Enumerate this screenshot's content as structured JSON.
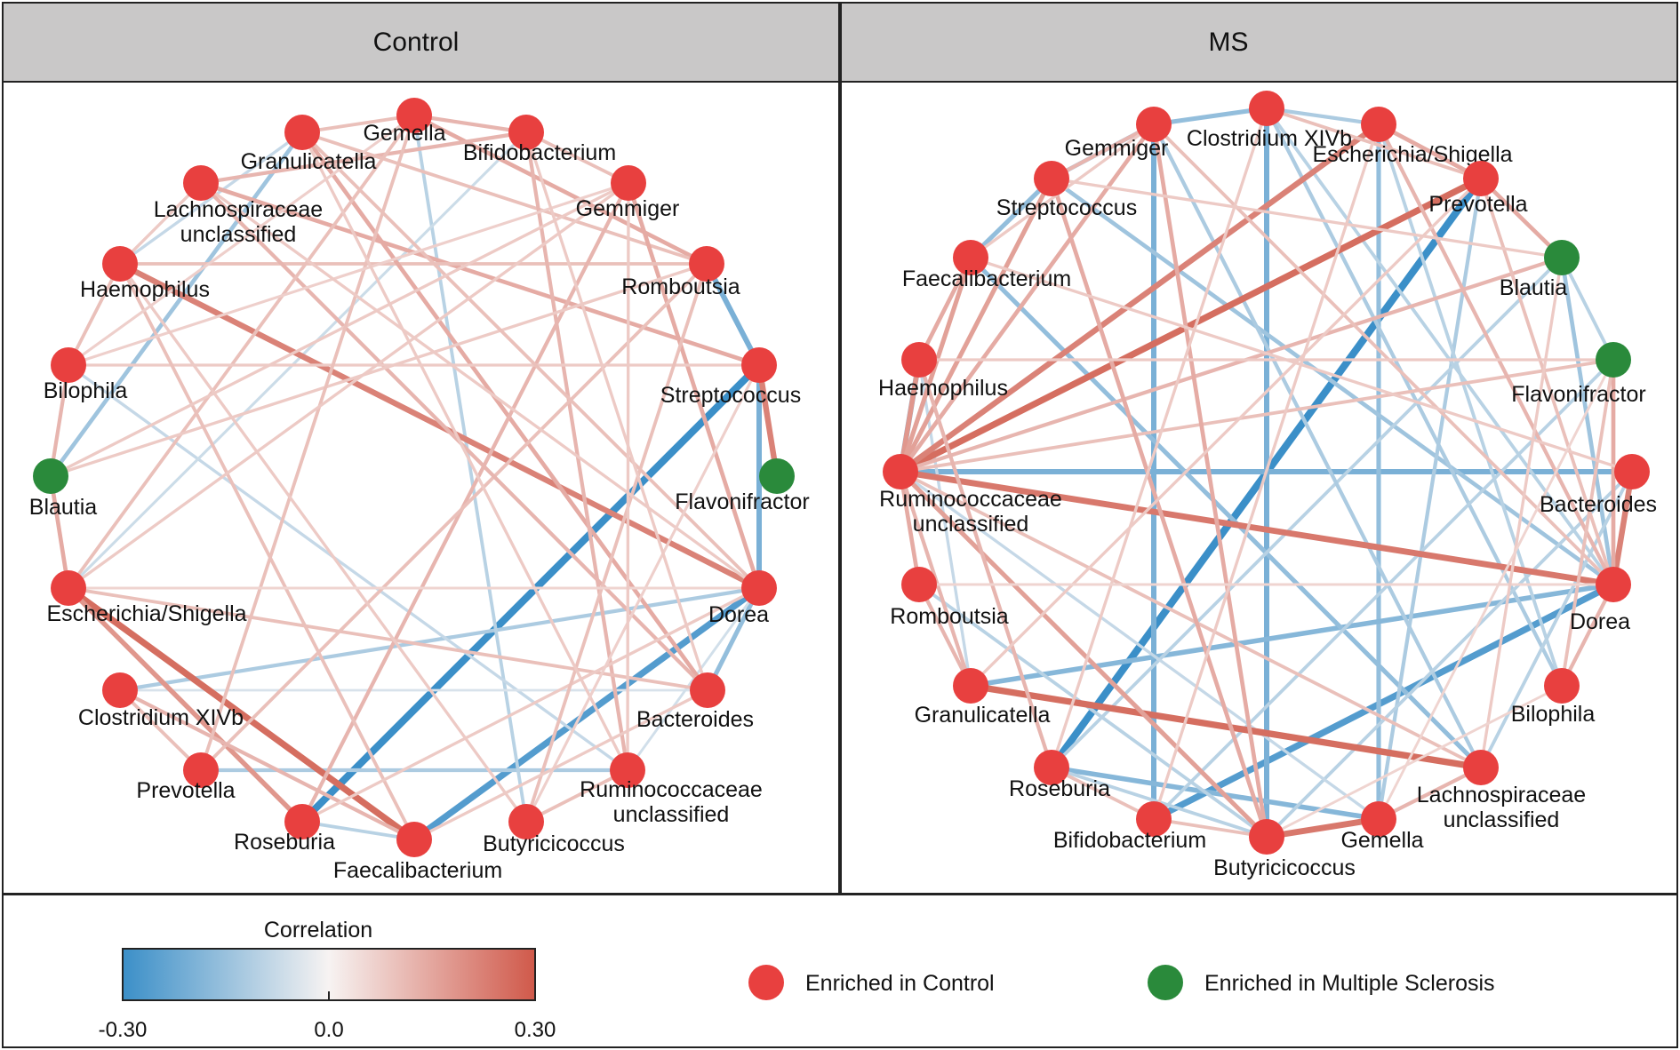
{
  "panels": [
    {
      "title": "Control",
      "nodes": [
        {
          "id": "gemella",
          "lines": [
            "Gemella"
          ],
          "group": "control"
        },
        {
          "id": "bifidobacterium",
          "lines": [
            "Bifidobacterium"
          ],
          "group": "control"
        },
        {
          "id": "gemmiger",
          "lines": [
            "Gemmiger"
          ],
          "group": "control"
        },
        {
          "id": "romboutsia",
          "lines": [
            "Romboutsia"
          ],
          "group": "control"
        },
        {
          "id": "streptococcus",
          "lines": [
            "Streptococcus"
          ],
          "group": "control"
        },
        {
          "id": "flavonifractor",
          "lines": [
            "Flavonifractor"
          ],
          "group": "ms"
        },
        {
          "id": "dorea",
          "lines": [
            "Dorea"
          ],
          "group": "control"
        },
        {
          "id": "bacteroides",
          "lines": [
            "Bacteroides"
          ],
          "group": "control"
        },
        {
          "id": "ruminococcaceae",
          "lines": [
            "Ruminococcaceae",
            "unclassified"
          ],
          "group": "control"
        },
        {
          "id": "butyricicoccus",
          "lines": [
            "Butyricicoccus"
          ],
          "group": "control"
        },
        {
          "id": "faecalibacterium",
          "lines": [
            "Faecalibacterium"
          ],
          "group": "control"
        },
        {
          "id": "roseburia",
          "lines": [
            "Roseburia"
          ],
          "group": "control"
        },
        {
          "id": "prevotella",
          "lines": [
            "Prevotella"
          ],
          "group": "control"
        },
        {
          "id": "clostridium",
          "lines": [
            "Clostridium XIVb"
          ],
          "group": "control"
        },
        {
          "id": "escherichia",
          "lines": [
            "Escherichia/Shigella"
          ],
          "group": "control"
        },
        {
          "id": "blautia",
          "lines": [
            "Blautia"
          ],
          "group": "ms"
        },
        {
          "id": "bilophila",
          "lines": [
            "Bilophila"
          ],
          "group": "control"
        },
        {
          "id": "haemophilus",
          "lines": [
            "Haemophilus"
          ],
          "group": "control"
        },
        {
          "id": "lachnospiraceae",
          "lines": [
            "Lachnospiraceae",
            "unclassified"
          ],
          "group": "control"
        },
        {
          "id": "granulicatella",
          "lines": [
            "Granulicatella"
          ],
          "group": "control"
        }
      ],
      "edges": [
        [
          "roseburia",
          "streptococcus",
          -0.3
        ],
        [
          "faecalibacterium",
          "dorea",
          -0.26
        ],
        [
          "streptococcus",
          "dorea",
          -0.2
        ],
        [
          "dorea",
          "clostridium",
          -0.12
        ],
        [
          "bacteroides",
          "dorea",
          -0.16
        ],
        [
          "prevotella",
          "ruminococcaceae",
          -0.12
        ],
        [
          "blautia",
          "granulicatella",
          -0.14
        ],
        [
          "haemophilus",
          "granulicatella",
          -0.08
        ],
        [
          "romboutsia",
          "streptococcus",
          -0.2
        ],
        [
          "gemella",
          "butyricicoccus",
          -0.1
        ],
        [
          "bilophila",
          "ruminococcaceae",
          -0.08
        ],
        [
          "bifidobacterium",
          "escherichia",
          -0.07
        ],
        [
          "roseburia",
          "faecalibacterium",
          -0.1
        ],
        [
          "clostridium",
          "bacteroides",
          -0.05
        ],
        [
          "dorea",
          "ruminococcaceae",
          -0.06
        ],
        [
          "haemophilus",
          "dorea",
          0.22
        ],
        [
          "escherichia",
          "faecalibacterium",
          0.26
        ],
        [
          "streptococcus",
          "flavonifractor",
          0.22
        ],
        [
          "escherichia",
          "roseburia",
          0.18
        ],
        [
          "gemella",
          "romboutsia",
          0.14
        ],
        [
          "lachnospiraceae",
          "streptococcus",
          0.14
        ],
        [
          "bilophila",
          "blautia",
          0.12
        ],
        [
          "blautia",
          "escherichia",
          0.14
        ],
        [
          "haemophilus",
          "bilophila",
          0.1
        ],
        [
          "lachnospiraceae",
          "bifidobacterium",
          0.12
        ],
        [
          "granulicatella",
          "romboutsia",
          0.1
        ],
        [
          "gemella",
          "bifidobacterium",
          0.12
        ],
        [
          "bifidobacterium",
          "gemmiger",
          0.1
        ],
        [
          "gemmiger",
          "dorea",
          0.14
        ],
        [
          "haemophilus",
          "romboutsia",
          0.1
        ],
        [
          "granulicatella",
          "bacteroides",
          0.14
        ],
        [
          "bifidobacterium",
          "ruminococcaceae",
          0.12
        ],
        [
          "gemmiger",
          "roseburia",
          0.12
        ],
        [
          "romboutsia",
          "prevotella",
          0.1
        ],
        [
          "escherichia",
          "bacteroides",
          0.1
        ],
        [
          "clostridium",
          "faecalibacterium",
          0.12
        ],
        [
          "lachnospiraceae",
          "bacteroides",
          0.12
        ],
        [
          "gemella",
          "escherichia",
          0.1
        ],
        [
          "blautia",
          "romboutsia",
          0.08
        ],
        [
          "bilophila",
          "streptococcus",
          0.08
        ],
        [
          "haemophilus",
          "faecalibacterium",
          0.1
        ],
        [
          "granulicatella",
          "dorea",
          0.1
        ],
        [
          "gemmiger",
          "blautia",
          0.08
        ],
        [
          "gemella",
          "prevotella",
          0.1
        ],
        [
          "dorea",
          "roseburia",
          0.08
        ],
        [
          "bilophila",
          "gemmiger",
          0.07
        ],
        [
          "escherichia",
          "gemmiger",
          0.08
        ],
        [
          "haemophilus",
          "butyricicoccus",
          0.08
        ],
        [
          "romboutsia",
          "butyricicoccus",
          0.1
        ],
        [
          "granulicatella",
          "ruminococcaceae",
          0.08
        ],
        [
          "gemella",
          "bilophila",
          0.07
        ],
        [
          "lachnospiraceae",
          "dorea",
          0.08
        ],
        [
          "streptococcus",
          "butyricicoccus",
          0.07
        ],
        [
          "faecalibacterium",
          "bacteroides",
          0.08
        ],
        [
          "bifidobacterium",
          "bacteroides",
          0.08
        ],
        [
          "prevotella",
          "clostridium",
          0.1
        ],
        [
          "dorea",
          "escherichia",
          0.06
        ],
        [
          "gemmiger",
          "ruminococcaceae",
          0.08
        ],
        [
          "haemophilus",
          "lachnospiraceae",
          0.08
        ],
        [
          "granulicatella",
          "gemella",
          0.1
        ],
        [
          "ruminococcaceae",
          "butyricicoccus",
          0.1
        ]
      ]
    },
    {
      "title": "MS",
      "nodes": [
        {
          "id": "clostridium",
          "lines": [
            "Clostridium XIVb"
          ],
          "group": "control"
        },
        {
          "id": "escherichia",
          "lines": [
            "Escherichia/Shigella"
          ],
          "group": "control"
        },
        {
          "id": "prevotella",
          "lines": [
            "Prevotella"
          ],
          "group": "control"
        },
        {
          "id": "blautia",
          "lines": [
            "Blautia"
          ],
          "group": "ms"
        },
        {
          "id": "flavonifractor",
          "lines": [
            "Flavonifractor"
          ],
          "group": "ms"
        },
        {
          "id": "bacteroides",
          "lines": [
            "Bacteroides"
          ],
          "group": "control"
        },
        {
          "id": "dorea",
          "lines": [
            "Dorea"
          ],
          "group": "control"
        },
        {
          "id": "bilophila",
          "lines": [
            "Bilophila"
          ],
          "group": "control"
        },
        {
          "id": "lachnospiraceae",
          "lines": [
            "Lachnospiraceae",
            "unclassified"
          ],
          "group": "control"
        },
        {
          "id": "gemella",
          "lines": [
            "Gemella"
          ],
          "group": "control"
        },
        {
          "id": "butyricicoccus",
          "lines": [
            "Butyricicoccus"
          ],
          "group": "control"
        },
        {
          "id": "bifidobacterium",
          "lines": [
            "Bifidobacterium"
          ],
          "group": "control"
        },
        {
          "id": "roseburia",
          "lines": [
            "Roseburia"
          ],
          "group": "control"
        },
        {
          "id": "granulicatella",
          "lines": [
            "Granulicatella"
          ],
          "group": "control"
        },
        {
          "id": "romboutsia",
          "lines": [
            "Romboutsia"
          ],
          "group": "control"
        },
        {
          "id": "ruminococcaceae",
          "lines": [
            "Ruminococcaceae",
            "unclassified"
          ],
          "group": "control"
        },
        {
          "id": "haemophilus",
          "lines": [
            "Haemophilus"
          ],
          "group": "control"
        },
        {
          "id": "faecalibacterium",
          "lines": [
            "Faecalibacterium"
          ],
          "group": "control"
        },
        {
          "id": "streptococcus",
          "lines": [
            "Streptococcus"
          ],
          "group": "control"
        },
        {
          "id": "gemmiger",
          "lines": [
            "Gemmiger"
          ],
          "group": "control"
        }
      ],
      "edges": [
        [
          "prevotella",
          "roseburia",
          -0.3
        ],
        [
          "dorea",
          "bifidobacterium",
          -0.26
        ],
        [
          "ruminococcaceae",
          "bacteroides",
          -0.2
        ],
        [
          "clostridium",
          "butyricicoccus",
          -0.2
        ],
        [
          "gemmiger",
          "bifidobacterium",
          -0.2
        ],
        [
          "gemmiger",
          "clostridium",
          -0.16
        ],
        [
          "escherichia",
          "gemella",
          -0.16
        ],
        [
          "dorea",
          "granulicatella",
          -0.18
        ],
        [
          "roseburia",
          "gemella",
          -0.18
        ],
        [
          "blautia",
          "dorea",
          -0.14
        ],
        [
          "streptococcus",
          "dorea",
          -0.14
        ],
        [
          "faecalibacterium",
          "lachnospiraceae",
          -0.16
        ],
        [
          "clostridium",
          "bilophila",
          -0.12
        ],
        [
          "bacteroides",
          "lachnospiraceae",
          -0.1
        ],
        [
          "haemophilus",
          "ruminococcaceae",
          -0.2
        ],
        [
          "streptococcus",
          "faecalibacterium",
          -0.16
        ],
        [
          "gemmiger",
          "streptococcus",
          -0.14
        ],
        [
          "clostridium",
          "escherichia",
          -0.12
        ],
        [
          "romboutsia",
          "butyricicoccus",
          -0.1
        ],
        [
          "flavonifractor",
          "blautia",
          -0.1
        ],
        [
          "prevotella",
          "gemella",
          -0.12
        ],
        [
          "escherichia",
          "bilophila",
          -0.1
        ],
        [
          "blautia",
          "roseburia",
          -0.1
        ],
        [
          "gemmiger",
          "lachnospiraceae",
          -0.12
        ],
        [
          "clostridium",
          "dorea",
          -0.1
        ],
        [
          "flavonifractor",
          "bifidobacterium",
          -0.1
        ],
        [
          "bacteroides",
          "butyricicoccus",
          -0.1
        ],
        [
          "roseburia",
          "butyricicoccus",
          -0.1
        ],
        [
          "gemella",
          "ruminococcaceae",
          -0.08
        ],
        [
          "granulicatella",
          "haemophilus",
          -0.08
        ],
        [
          "ruminococcaceae",
          "prevotella",
          0.26
        ],
        [
          "ruminococcaceae",
          "escherichia",
          0.22
        ],
        [
          "ruminococcaceae",
          "dorea",
          0.24
        ],
        [
          "granulicatella",
          "lachnospiraceae",
          0.26
        ],
        [
          "butyricicoccus",
          "gemella",
          0.24
        ],
        [
          "bacteroides",
          "dorea",
          0.22
        ],
        [
          "ruminococcaceae",
          "haemophilus",
          0.18
        ],
        [
          "ruminococcaceae",
          "faecalibacterium",
          0.16
        ],
        [
          "ruminococcaceae",
          "streptococcus",
          0.16
        ],
        [
          "ruminococcaceae",
          "gemmiger",
          0.14
        ],
        [
          "ruminococcaceae",
          "blautia",
          0.12
        ],
        [
          "ruminococcaceae",
          "flavonifractor",
          0.1
        ],
        [
          "ruminococcaceae",
          "romboutsia",
          0.14
        ],
        [
          "ruminococcaceae",
          "granulicatella",
          0.12
        ],
        [
          "ruminococcaceae",
          "butyricicoccus",
          0.16
        ],
        [
          "ruminococcaceae",
          "lachnospiraceae",
          0.1
        ],
        [
          "streptococcus",
          "butyricicoccus",
          0.14
        ],
        [
          "haemophilus",
          "roseburia",
          0.12
        ],
        [
          "gemmiger",
          "butyricicoccus",
          0.14
        ],
        [
          "dorea",
          "prevotella",
          0.1
        ],
        [
          "dorea",
          "flavonifractor",
          0.14
        ],
        [
          "dorea",
          "bilophila",
          0.12
        ],
        [
          "dorea",
          "escherichia",
          0.12
        ],
        [
          "bilophila",
          "flavonifractor",
          0.1
        ],
        [
          "romboutsia",
          "granulicatella",
          0.12
        ],
        [
          "faecalibacterium",
          "haemophilus",
          0.14
        ],
        [
          "streptococcus",
          "gemmiger",
          0.12
        ],
        [
          "clostridium",
          "prevotella",
          0.1
        ],
        [
          "escherichia",
          "prevotella",
          0.14
        ],
        [
          "prevotella",
          "blautia",
          0.14
        ],
        [
          "bifidobacterium",
          "butyricicoccus",
          0.1
        ],
        [
          "roseburia",
          "bifidobacterium",
          0.1
        ],
        [
          "lachnospiraceae",
          "gemella",
          0.12
        ],
        [
          "gemmiger",
          "dorea",
          0.1
        ],
        [
          "faecalibacterium",
          "bacteroides",
          0.08
        ],
        [
          "streptococcus",
          "blautia",
          0.08
        ],
        [
          "clostridium",
          "roseburia",
          0.08
        ],
        [
          "escherichia",
          "bifidobacterium",
          0.08
        ],
        [
          "prevotella",
          "granulicatella",
          0.08
        ],
        [
          "haemophilus",
          "flavonifractor",
          0.08
        ],
        [
          "gemmiger",
          "faecalibacterium",
          0.08
        ],
        [
          "romboutsia",
          "dorea",
          0.06
        ],
        [
          "blautia",
          "lachnospiraceae",
          0.08
        ],
        [
          "bilophila",
          "butyricicoccus",
          0.06
        ],
        [
          "flavonifractor",
          "gemella",
          0.06
        ]
      ]
    }
  ],
  "legend": {
    "colorbar_title": "Correlation",
    "ticks": [
      "-0.30",
      "0.0",
      "0.30"
    ],
    "tick_values": [
      -0.3,
      0.0,
      0.3
    ],
    "node_groups": [
      {
        "id": "control",
        "label": "Enriched in Control",
        "color": "#e8403f"
      },
      {
        "id": "ms",
        "label": "Enriched in Multiple Sclerosis",
        "color": "#2a8a3b"
      }
    ]
  },
  "colors": {
    "negative": "#3b8fc8",
    "neutral": "#f7f3f2",
    "positive": "#d0594a",
    "header_bg": "#c9c8c8",
    "border": "#222222"
  }
}
